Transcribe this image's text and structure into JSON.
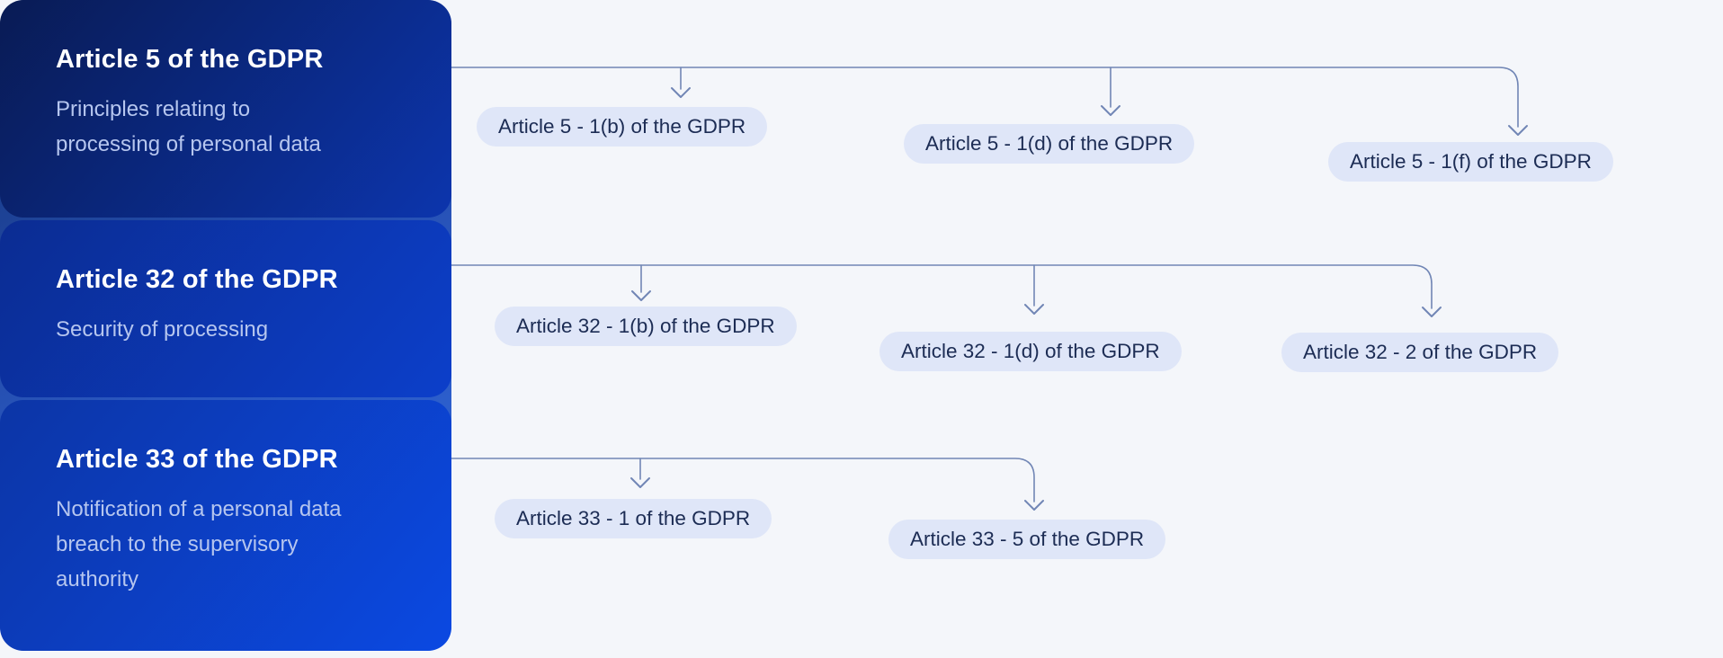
{
  "colors": {
    "background": "#f4f6fa",
    "panel_gradient_start": "#091b54",
    "panel_gradient_end": "#0b49e2",
    "connector": "#7186b5",
    "chip_background": "#dfe6f8",
    "chip_text": "#1c2c54",
    "card_title": "#ffffff",
    "card_subtitle": "#b6c6ef"
  },
  "cards": [
    {
      "title": "Article 5 of the GDPR",
      "subtitle": "Principles relating to processing of personal data"
    },
    {
      "title": "Article 32 of the GDPR",
      "subtitle": "Security of processing"
    },
    {
      "title": "Article 33 of the GDPR",
      "subtitle": "Notification of a personal data breach to the supervisory authority"
    }
  ],
  "rows": [
    {
      "chips": [
        {
          "label": "Article 5 - 1(b) of the GDPR"
        },
        {
          "label": "Article 5 - 1(d) of the GDPR"
        },
        {
          "label": "Article 5 - 1(f) of the GDPR"
        }
      ]
    },
    {
      "chips": [
        {
          "label": "Article 32 - 1(b) of the GDPR"
        },
        {
          "label": "Article 32 - 1(d) of the GDPR"
        },
        {
          "label": "Article 32 - 2 of the GDPR"
        }
      ]
    },
    {
      "chips": [
        {
          "label": "Article 33 - 1 of the GDPR"
        },
        {
          "label": "Article 33 - 5 of the GDPR"
        }
      ]
    }
  ]
}
